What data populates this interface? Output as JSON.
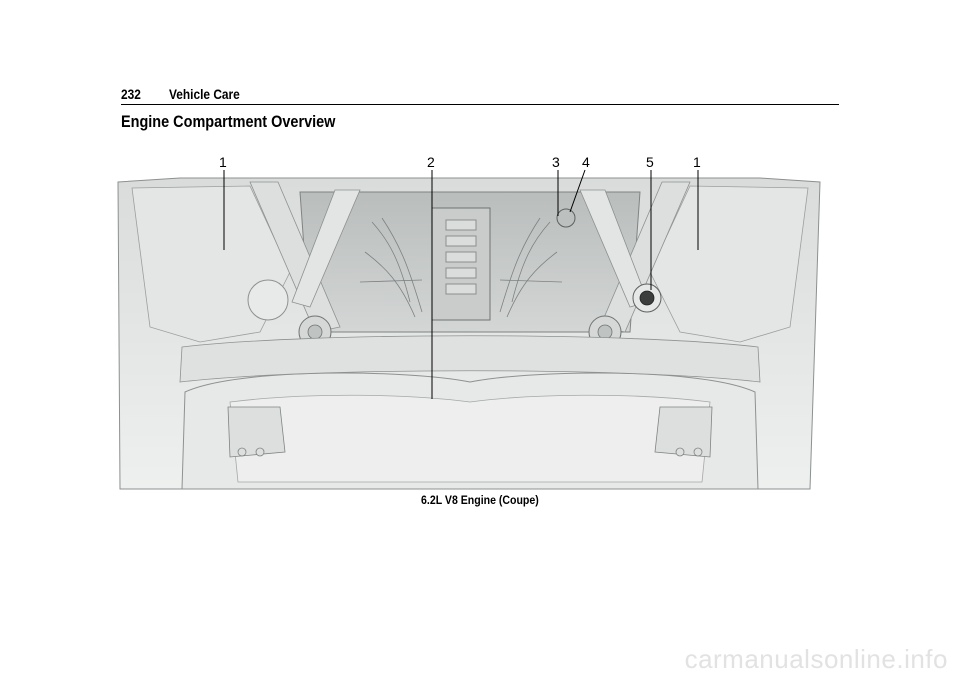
{
  "header": {
    "page_number": "232",
    "section": "Vehicle Care"
  },
  "page_title": "Engine Compartment Overview",
  "figure": {
    "callouts": [
      "1",
      "2",
      "3",
      "4",
      "5",
      "1"
    ],
    "caption": "6.2L V8 Engine (Coupe)"
  },
  "watermark": "carmanualsonline.info"
}
